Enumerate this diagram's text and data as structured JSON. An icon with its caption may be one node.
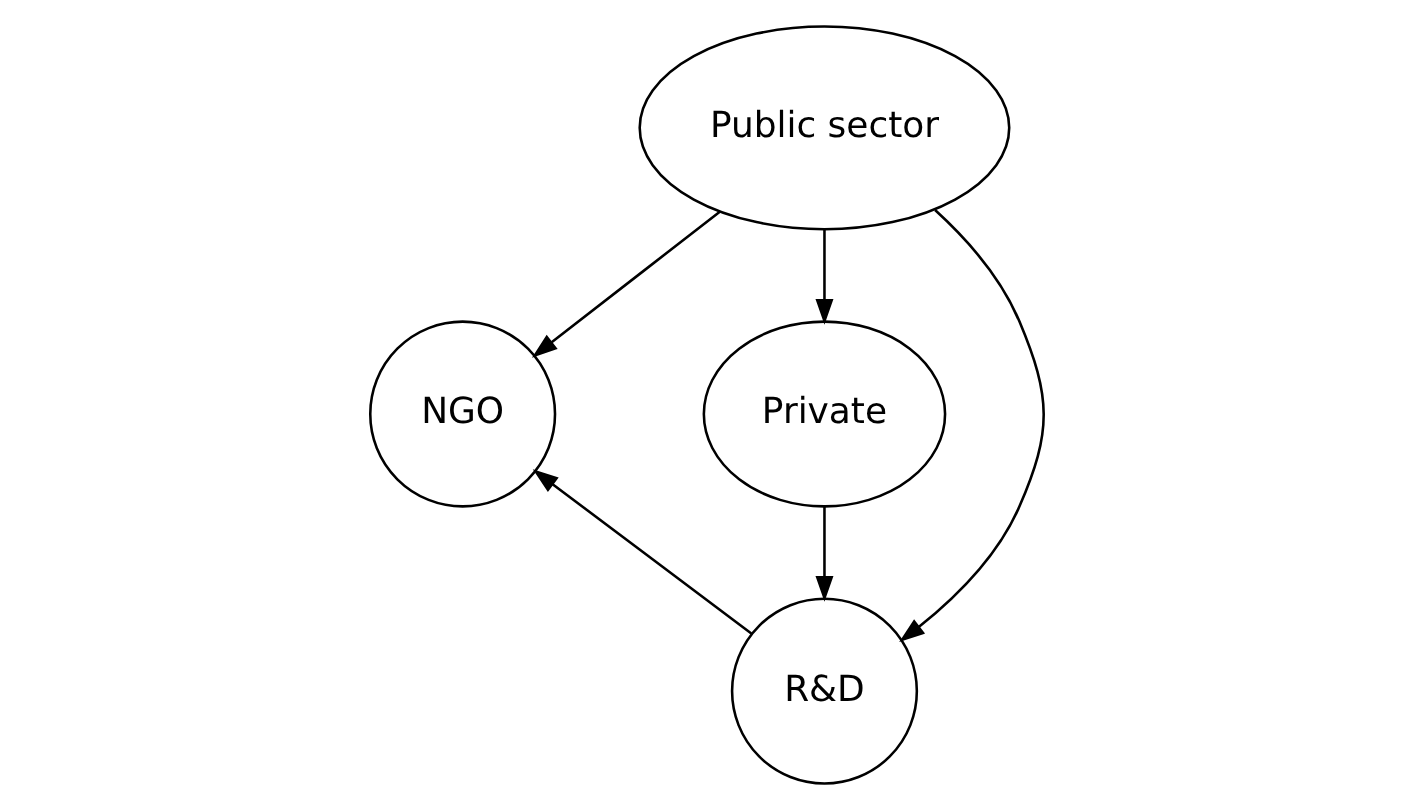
{
  "diagram": {
    "nodes": [
      {
        "text": [
          "Public sector"
        ]
      },
      {
        "text": [
          "NGO"
        ]
      },
      {
        "text": [
          "Private"
        ]
      },
      {
        "text": [
          "R&D"
        ]
      }
    ],
    "edges": [
      {
        "from": 0,
        "to": 1,
        "arrow": "to"
      },
      {
        "from": 0,
        "to": 2,
        "arrow": "to"
      },
      {
        "from": 0,
        "to": 3,
        "arrow": "to"
      },
      {
        "from": 2,
        "to": 3,
        "arrow": "to"
      },
      {
        "from": 3,
        "to": 1,
        "arrow": "to"
      }
    ]
  }
}
